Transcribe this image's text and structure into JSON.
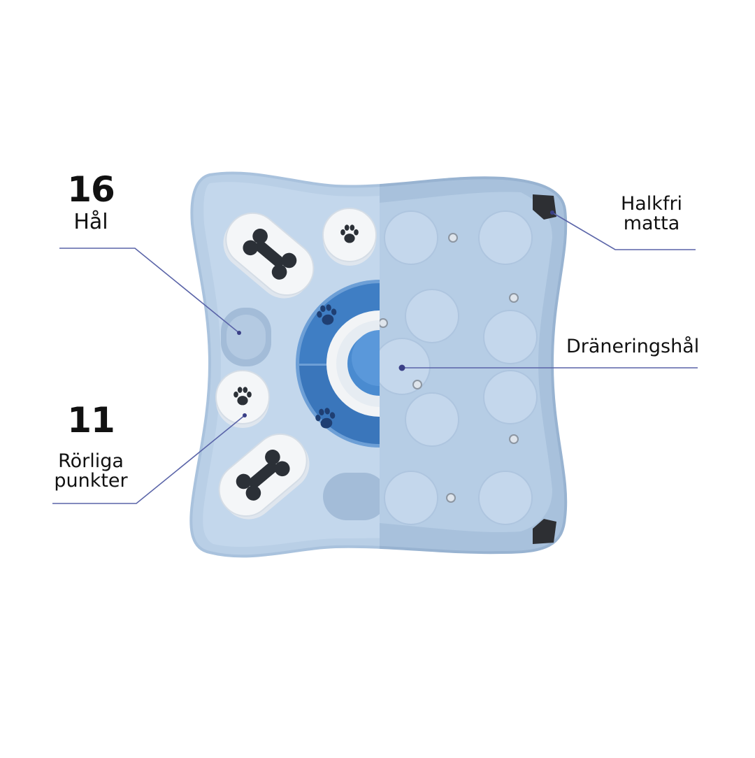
{
  "callouts": {
    "holes": {
      "count": "16",
      "label": "Hål"
    },
    "movable": {
      "count": "11",
      "label_line1": "Rörliga",
      "label_line2": "punkter"
    },
    "mat": {
      "line1": "Halkfri",
      "line2": "matta"
    },
    "drain": {
      "label": "Dräneringshål"
    }
  },
  "colors": {
    "toy_body": "#b9cfe6",
    "toy_body_dark": "#9fb9d6",
    "toy_rim": "#c9dbee",
    "cap_white": "#f4f6f8",
    "bone_icon": "#2b3037",
    "dial_blue": "#3f7ec4",
    "dial_center": "#4a8bd0",
    "leader_line": "#5a64a8",
    "mat_pad": "#2d2f33"
  },
  "icons": [
    "bone-icon",
    "paw-icon",
    "screw-icon",
    "mat-pad-icon"
  ]
}
